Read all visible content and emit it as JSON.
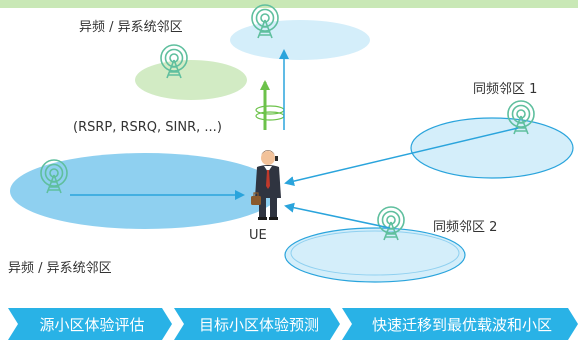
{
  "labels": {
    "top_left": "异频 / 异系统邻区",
    "measurements": "(RSRP, RSRQ, SINR, ...)",
    "right_top": "同频邻区 1",
    "right_mid": "同频邻区 2",
    "bottom_left": "异频 / 异系统邻区",
    "ue": "UE"
  },
  "steps": [
    "源小区体验评估",
    "目标小区体验预测",
    "快速迁移到最优载波和小区"
  ],
  "colors": {
    "top_band": "#c9e8b6",
    "step_fill": "#29b2e6",
    "arrow_blue": "#2aa4dc",
    "arrow_green": "#6cc24a",
    "cell_main": "#8fd0f0",
    "cell_light": "#d4eefa",
    "cell_green": "#d2ebc4",
    "antenna": "#5fbf9e"
  }
}
